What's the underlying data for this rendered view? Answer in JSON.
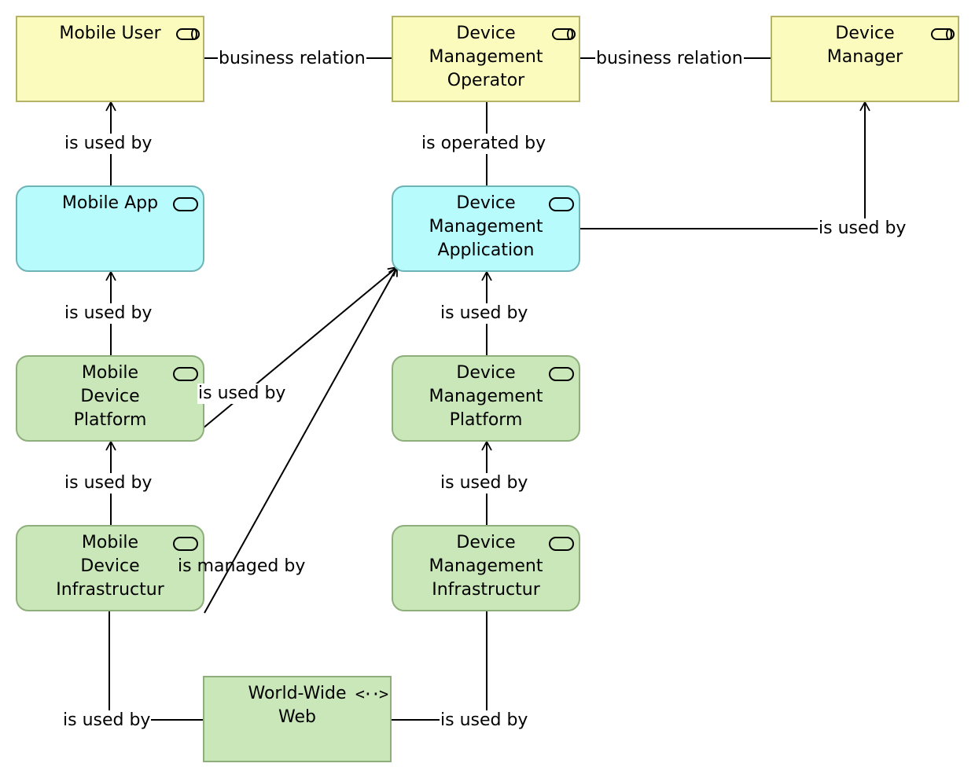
{
  "colors": {
    "business_fill": "#fbfbbe",
    "application_fill": "#b7fbfc",
    "technology_fill": "#c9e7b8",
    "line": "#000000"
  },
  "nodes": {
    "mobile_user": {
      "label": "Mobile User",
      "type": "business-role",
      "icon": "role-icon"
    },
    "dm_operator": {
      "label": "Device\nManagement\nOperator",
      "type": "business-role",
      "icon": "role-icon"
    },
    "device_manager": {
      "label": "Device\nManager",
      "type": "business-role",
      "icon": "role-icon"
    },
    "mobile_app": {
      "label": "Mobile App",
      "type": "application-service",
      "icon": "service-icon"
    },
    "dm_application": {
      "label": "Device\nManagement\nApplication",
      "type": "application-service",
      "icon": "service-icon"
    },
    "mobile_device_platform": {
      "label": "Mobile\nDevice\nPlatform",
      "type": "technology-service",
      "icon": "service-icon"
    },
    "dm_platform": {
      "label": "Device\nManagement\nPlatform",
      "type": "technology-service",
      "icon": "service-icon"
    },
    "mobile_device_infra": {
      "label": "Mobile\nDevice\nInfrastructur",
      "type": "technology-service",
      "icon": "service-icon"
    },
    "dm_infra": {
      "label": "Device\nManagement\nInfrastructur",
      "type": "technology-service",
      "icon": "service-icon"
    },
    "www": {
      "label": "World-Wide\nWeb",
      "type": "communication-network",
      "icon": "network-icon"
    }
  },
  "relations": {
    "user_operator": {
      "label": "business relation"
    },
    "operator_manager": {
      "label": "business relation"
    },
    "app_user": {
      "label": "is used by"
    },
    "dmapp_operator": {
      "label": "is operated by"
    },
    "dmapp_manager": {
      "label": "is used by"
    },
    "mdp_app": {
      "label": "is used by"
    },
    "mdp_dmapp": {
      "label": "is used by"
    },
    "dmp_dmapp": {
      "label": "is used by"
    },
    "mdi_mdp": {
      "label": "is used by"
    },
    "mdi_dmapp": {
      "label": "is managed by"
    },
    "dmi_dmp": {
      "label": "is used by"
    },
    "www_mdi": {
      "label": "is used by"
    },
    "www_dmi": {
      "label": "is used by"
    }
  },
  "icon_glyphs": {
    "network-icon": "<··>"
  }
}
